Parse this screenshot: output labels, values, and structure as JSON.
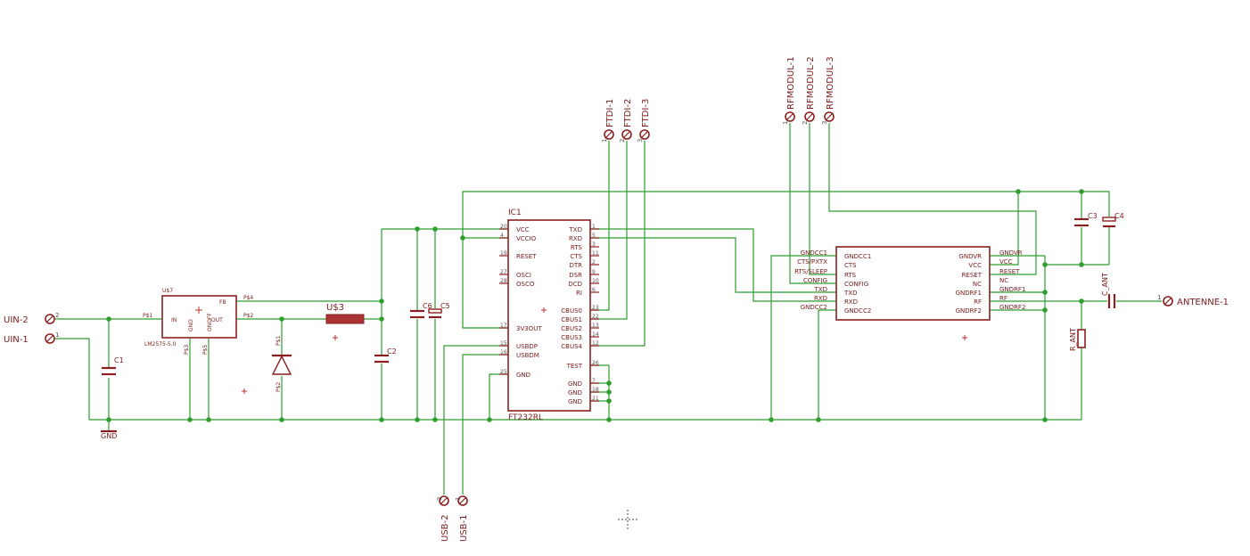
{
  "regulator": {
    "name": "U$7",
    "value": "LM2575-5.0",
    "pins": {
      "in": "IN",
      "out": "OUT",
      "fb": "FB",
      "gnd": "GND",
      "onoff": "ONOFF"
    },
    "pad_labels": {
      "in": "P$1",
      "out": "P$2",
      "fb": "P$4",
      "gnd": "P$3",
      "onoff": "P$5"
    }
  },
  "ft232": {
    "name": "IC1",
    "value": "FT232RL",
    "left_pins": [
      {
        "num": "20",
        "name": "VCC"
      },
      {
        "num": "4",
        "name": "VCCIO"
      },
      {
        "num": "19",
        "name": "RESET"
      },
      {
        "num": "27",
        "name": "OSCI"
      },
      {
        "num": "28",
        "name": "OSCO"
      },
      {
        "num": "17",
        "name": "3V3OUT"
      },
      {
        "num": "15",
        "name": "USBDP"
      },
      {
        "num": "16",
        "name": "USBDM"
      },
      {
        "num": "25",
        "name": "GND"
      }
    ],
    "right_pins": [
      {
        "num": "1",
        "name": "TXD"
      },
      {
        "num": "5",
        "name": "RXD"
      },
      {
        "num": "3",
        "name": "RTS"
      },
      {
        "num": "11",
        "name": "CTS"
      },
      {
        "num": "2",
        "name": "DTR"
      },
      {
        "num": "9",
        "name": "DSR"
      },
      {
        "num": "10",
        "name": "DCD"
      },
      {
        "num": "6",
        "name": "RI"
      },
      {
        "num": "23",
        "name": "CBUS0"
      },
      {
        "num": "22",
        "name": "CBUS1"
      },
      {
        "num": "13",
        "name": "CBUS2"
      },
      {
        "num": "14",
        "name": "CBUS3"
      },
      {
        "num": "12",
        "name": "CBUS4"
      },
      {
        "num": "26",
        "name": "TEST"
      },
      {
        "num": "7",
        "name": "GND"
      },
      {
        "num": "18",
        "name": "GND"
      },
      {
        "num": "21",
        "name": "GND"
      }
    ]
  },
  "rfmodule": {
    "left_pins": [
      {
        "net": "GNDCC1",
        "name": "GNDCC1"
      },
      {
        "net": "CTS/PXTX",
        "name": "CTS"
      },
      {
        "net": "RTS/SLEEP",
        "name": "RTS"
      },
      {
        "net": "CONFIG",
        "name": "CONFIG"
      },
      {
        "net": "TXD",
        "name": "TXD"
      },
      {
        "net": "RXD",
        "name": "RXD"
      },
      {
        "net": "GNDCC2",
        "name": "GNDCC2"
      }
    ],
    "right_pins": [
      {
        "net": "GNDVR",
        "name": "GNDVR"
      },
      {
        "net": "VCC",
        "name": "VCC"
      },
      {
        "net": "RESET",
        "name": "RESET"
      },
      {
        "net": "NC",
        "name": "NC"
      },
      {
        "net": "GNDRF1",
        "name": "GNDRF1"
      },
      {
        "net": "RF",
        "name": "RF"
      },
      {
        "net": "GNDRF2",
        "name": "GNDRF2"
      }
    ]
  },
  "connectors": {
    "uin2": "UIN-2",
    "uin1": "UIN-1",
    "ftdi1": "FTDI-1",
    "ftdi2": "FTDI-2",
    "ftdi3": "FTDI-3",
    "rf1": "RFMODUL-1",
    "rf2": "RFMODUL-2",
    "rf3": "RFMODUL-3",
    "usb2": "USB-2",
    "usb1": "USB-1",
    "antenne": "ANTENNE-1",
    "pin1": "1",
    "pin2": "2",
    "pin3": "3"
  },
  "parts": {
    "c1": "C1",
    "c2": "C2",
    "c3": "C3",
    "c4": "C4",
    "c5": "C5",
    "c6": "C6",
    "c_ant": "C_ANT",
    "r_ant": "R_ANT",
    "inductor": "U$3",
    "gnd": "GND",
    "diode_p1": "P$1",
    "diode_p2": "P$2"
  }
}
